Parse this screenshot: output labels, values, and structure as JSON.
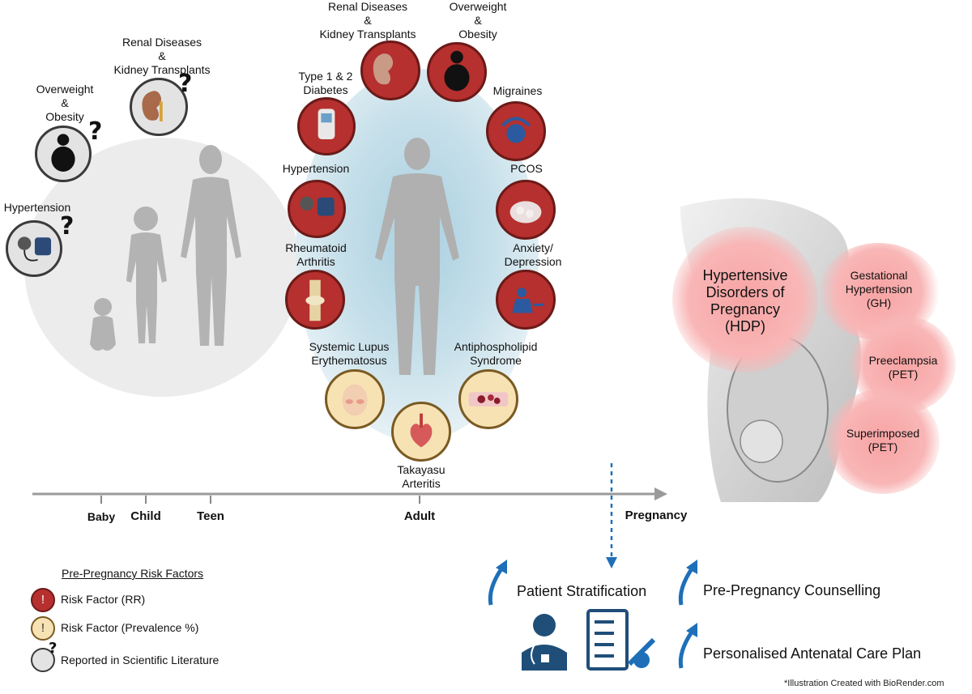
{
  "childhood_panel": {
    "hypertension": "Hypertension",
    "overweight": "Overweight\n&\nObesity",
    "renal": "Renal Diseases\n&\nKidney Transplants"
  },
  "adult_panel": {
    "renal": "Renal Diseases\n&\nKidney Transplants",
    "overweight": "Overweight\n&\nObesity",
    "diabetes": "Type 1 & 2\nDiabetes",
    "migraines": "Migraines",
    "hypertension": "Hypertension",
    "pcos": "PCOS",
    "ra": "Rheumatoid\nArthritis",
    "anxiety": "Anxiety/\nDepression",
    "sle": "Systemic Lupus\nErythematosus",
    "aps": "Antiphospholipid\nSyndrome",
    "takayasu": "Takayasu\nArteritis"
  },
  "timeline": {
    "baby": "Baby",
    "child": "Child",
    "teen": "Teen",
    "adult": "Adult",
    "pregnancy": "Pregnancy"
  },
  "pregnancy_panel": {
    "hdp": "Hypertensive\nDisorders of\nPregnancy\n(HDP)",
    "gh": "Gestational\nHypertension\n(GH)",
    "pet": "Preeclampsia\n(PET)",
    "superimposed": "Superimposed\n(PET)"
  },
  "legend": {
    "title": "Pre-Pregnancy Risk Factors",
    "rr": "Risk Factor (RR)",
    "prevalence": "Risk Factor (Prevalence %)",
    "literature": "Reported in Scientific Literature",
    "exclamation": "!",
    "question": "?"
  },
  "outcomes": {
    "stratification": "Patient Stratification",
    "counselling": "Pre-Pregnancy Counselling",
    "care_plan": "Personalised Antenatal Care Plan"
  },
  "credit": "*Illustration Created with BioRender.com",
  "colors": {
    "risk_red": "#b5302e",
    "risk_yellow": "#f7e2b4",
    "literature_grey": "#e3e3e3",
    "accent_blue": "#1e6fb8",
    "hdp_pink": "#f7a3a3"
  }
}
